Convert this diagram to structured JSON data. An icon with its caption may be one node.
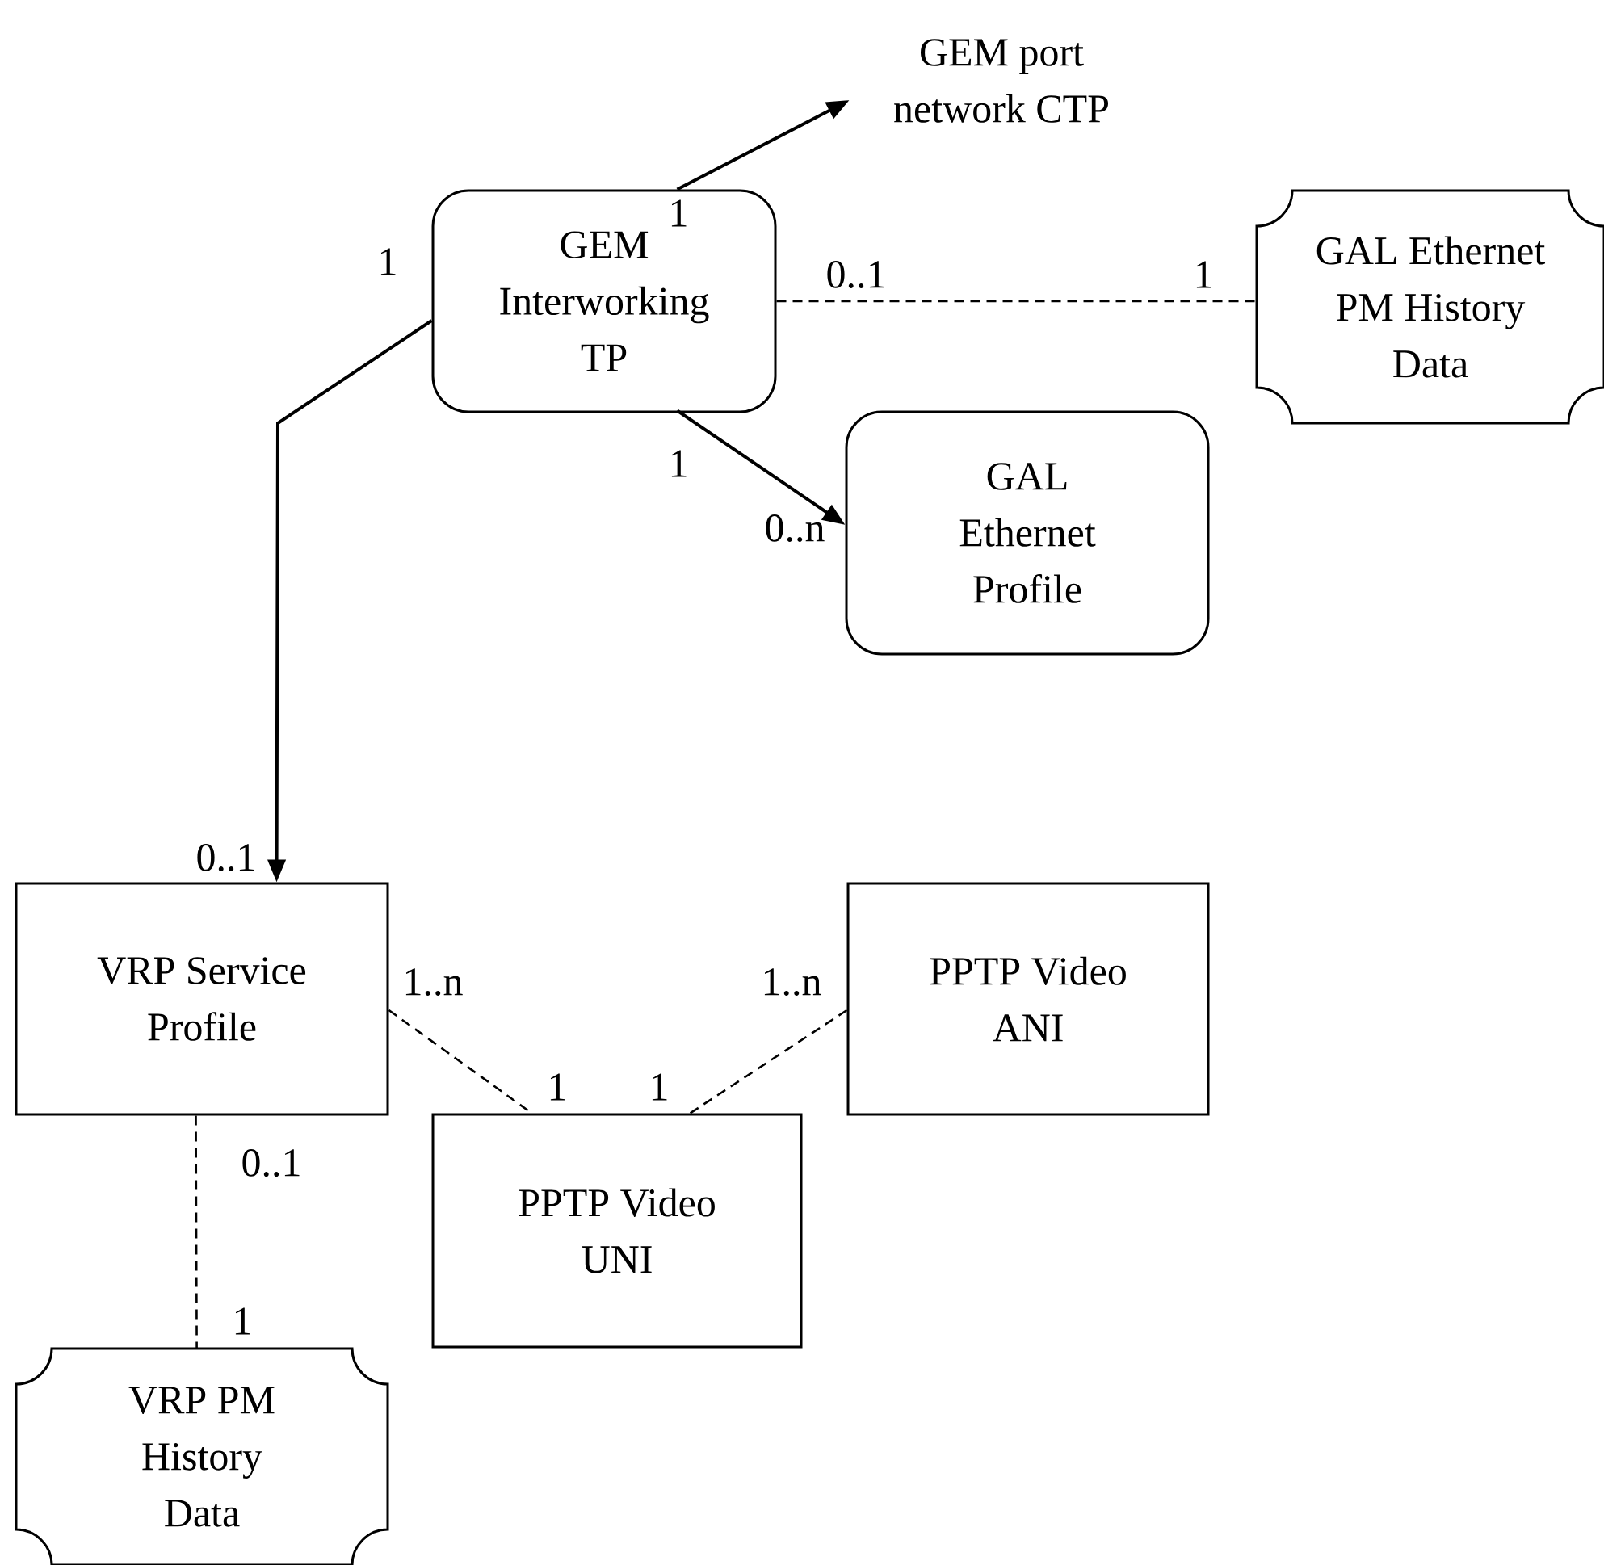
{
  "diagram": {
    "nodes": [
      {
        "text": [
          "GEM port network CTP"
        ]
      },
      {
        "text": [
          "GEM Interworking TP"
        ]
      },
      {
        "text": [
          "GAL Ethernet PM History Data"
        ]
      },
      {
        "text": [
          "GAL Ethernet Profile"
        ]
      },
      {
        "text": [
          "VRP Service Profile"
        ]
      },
      {
        "text": [
          "PPTP Video ANI"
        ]
      },
      {
        "text": [
          "PPTP Video UNI"
        ]
      },
      {
        "text": [
          "VRP PM History Data"
        ]
      }
    ],
    "edges": [
      {
        "from": 1,
        "to": 0,
        "arrow": "to"
      },
      {
        "from": 1,
        "to": 2,
        "arrow": "none",
        "style": "dashed"
      },
      {
        "from": 1,
        "to": 3,
        "arrow": "to"
      },
      {
        "from": 1,
        "to": 4,
        "arrow": "to"
      },
      {
        "from": 4,
        "to": 6,
        "arrow": "none",
        "style": "dashed"
      },
      {
        "from": 5,
        "to": 6,
        "arrow": "none",
        "style": "dashed"
      },
      {
        "from": 4,
        "to": 7,
        "arrow": "none",
        "style": "dashed"
      }
    ],
    "labels": [
      "1",
      "1",
      "0..1",
      "1",
      "1",
      "0..n",
      "0..1",
      "1..n",
      "1..n",
      "1",
      "1",
      "0..1",
      "1"
    ]
  }
}
